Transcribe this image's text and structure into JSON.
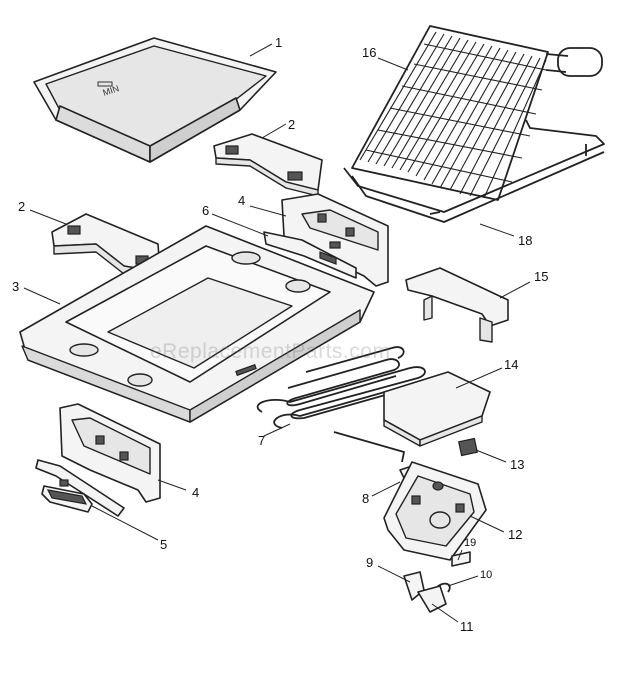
{
  "watermark": "eReplacementParts.com",
  "part_labels": {
    "p1": "1",
    "p2a": "2",
    "p2b": "2",
    "p3": "3",
    "p4a": "4",
    "p4b": "4",
    "p5": "5",
    "p6": "6",
    "p7": "7",
    "p8": "8",
    "p9": "9",
    "p10": "10",
    "p11": "11",
    "p12": "12",
    "p13": "13",
    "p14": "14",
    "p15": "15",
    "p16": "16",
    "p18": "18",
    "p19": "19"
  }
}
